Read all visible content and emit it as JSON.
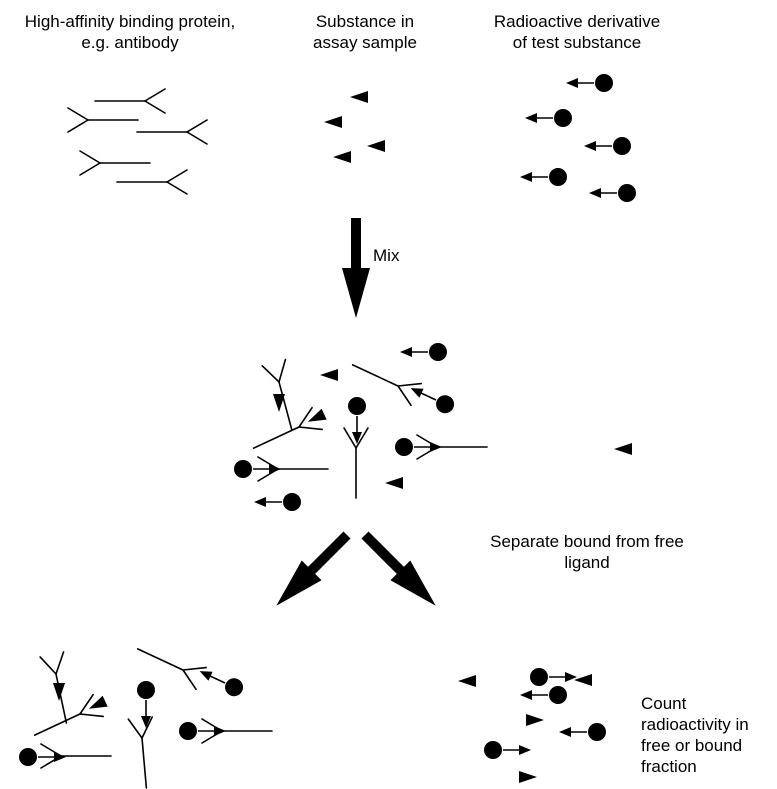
{
  "labels": {
    "antibody_line1": "High-affinity binding protein,",
    "antibody_line2": "e.g. antibody",
    "substance_line1": "Substance in",
    "substance_line2": "assay sample",
    "tracer_line1": "Radioactive derivative",
    "tracer_line2": "of test substance",
    "mix": "Mix",
    "separate_line1": "Separate bound from free",
    "separate_line2": "ligand",
    "count_line1": "Count",
    "count_line2": "radioactivity in",
    "count_line3": "free or bound",
    "count_line4": "fraction"
  },
  "colors": {
    "ink": "#000000",
    "background": "#ffffff"
  }
}
